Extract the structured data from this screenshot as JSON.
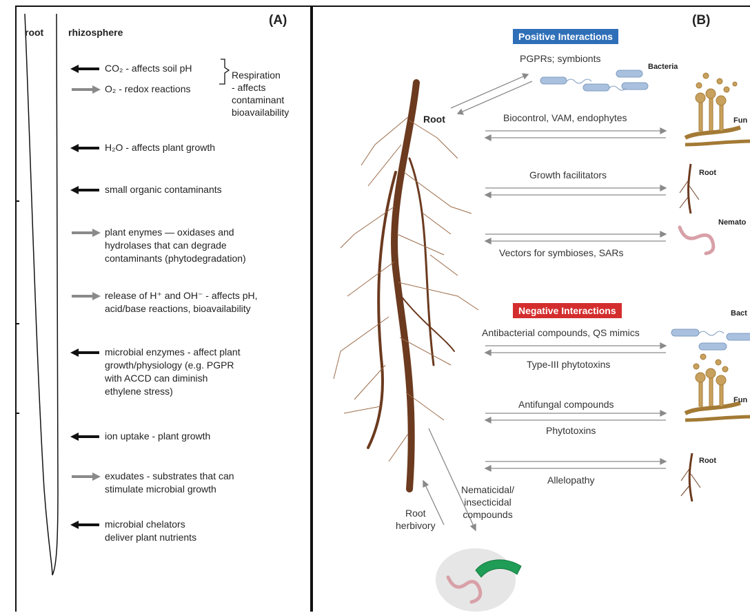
{
  "panel_a": {
    "panel_label": "(A)",
    "root_label": "root",
    "rhizosphere_label": "rhizosphere",
    "items": [
      {
        "id": "co2",
        "direction": "out",
        "text": "CO₂ - affects soil pH"
      },
      {
        "id": "o2",
        "direction": "in",
        "text": "O₂ - redox reactions"
      },
      {
        "id": "h2o",
        "direction": "out",
        "text": "H₂O - affects plant growth"
      },
      {
        "id": "organics",
        "direction": "out",
        "text": "small organic contaminants"
      },
      {
        "id": "enzymes",
        "direction": "in",
        "lines": [
          "plant enymes — oxidases and",
          "hydrolases that can degrade",
          "contaminants (phytodegradation)"
        ]
      },
      {
        "id": "h-oh",
        "direction": "in",
        "lines": [
          "release of H⁺ and OH⁻ - affects pH,",
          "acid/base reactions, bioavailability"
        ]
      },
      {
        "id": "microbial-enzymes",
        "direction": "out",
        "lines": [
          "microbial enzymes - affect plant",
          "growth/physiology (e.g. PGPR",
          "with ACCD can diminish",
          "ethylene stress)"
        ]
      },
      {
        "id": "ion",
        "direction": "out",
        "text": "ion uptake - plant growth"
      },
      {
        "id": "exudates",
        "direction": "in",
        "lines": [
          "exudates - substrates that can",
          "stimulate microbial growth"
        ]
      },
      {
        "id": "chelators",
        "direction": "out",
        "lines": [
          "microbial chelators",
          "deliver plant nutrients"
        ]
      }
    ],
    "respiration": [
      "Respiration",
      "- affects",
      "contaminant",
      "bioavailability"
    ]
  },
  "panel_b": {
    "panel_label": "(B)",
    "positive_badge": "Positive Interactions",
    "negative_badge": "Negative Interactions",
    "root_label": "Root",
    "organisms": {
      "bacteria_1": "Bacteria",
      "fungi_1": "Fun",
      "root_1": "Root",
      "nematode_1": "Nemato",
      "bacteria_2": "Bact",
      "fungi_2": "Fun",
      "root_2": "Root"
    },
    "interactions": {
      "pgprs": "PGPRs; symbionts",
      "biocontrol": "Biocontrol, VAM, endophytes",
      "growth": "Growth facilitators",
      "vectors": "Vectors for symbioses, SARs",
      "antibacterial": "Antibacterial compounds, QS mimics",
      "type3": "Type-III phytotoxins",
      "antifungal": "Antifungal compounds",
      "phytotoxins": "Phytotoxins",
      "allelopathy": "Allelopathy",
      "nematicidal": [
        "Nematicidal/",
        "insecticidal",
        "compounds"
      ],
      "herbivory": [
        "Root",
        "herbivory"
      ]
    }
  },
  "colors": {
    "black_arrow": "#111111",
    "grey_arrow": "#8a8a8a",
    "root_brown": "#6b3a1f",
    "fungi": "#c9a15e",
    "bacteria": "#a9c1de",
    "nematode": "#d8a0a8",
    "caterpillar": "#1f9c55",
    "positive": "#2f6fb8",
    "negative": "#d42d2d"
  }
}
